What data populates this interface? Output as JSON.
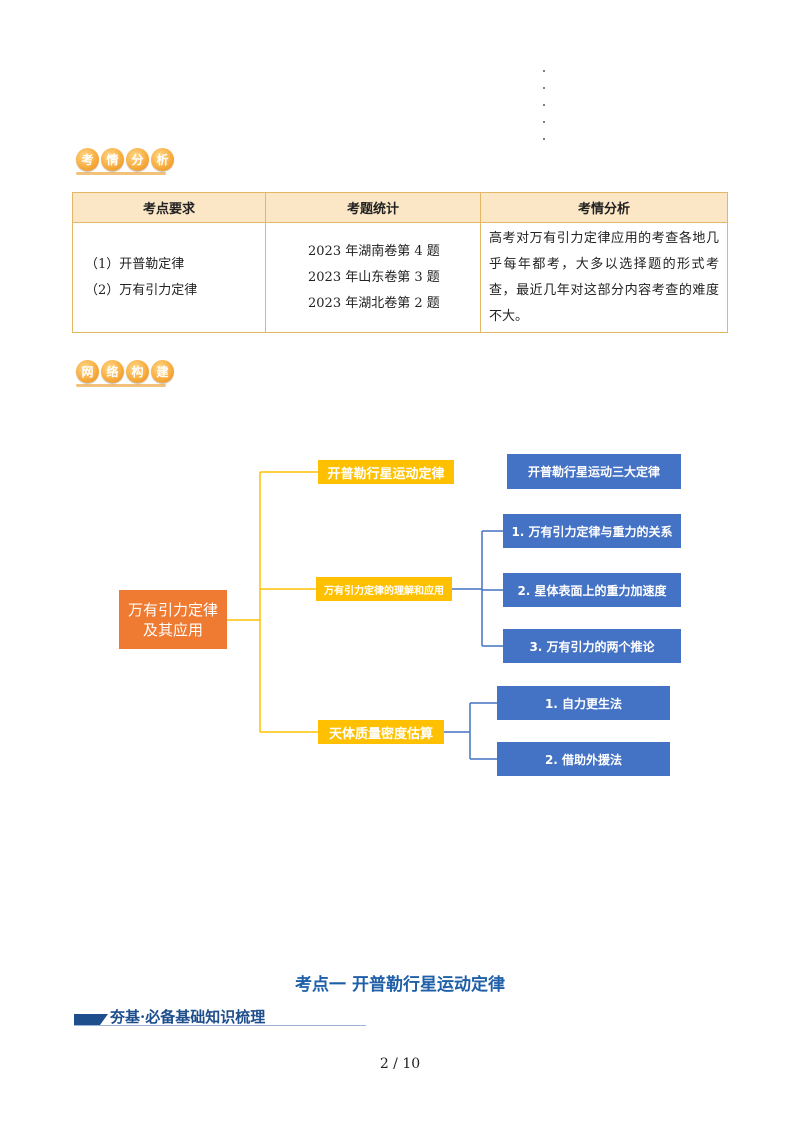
{
  "badges": {
    "exam_analysis": [
      "考",
      "情",
      "分",
      "析"
    ],
    "network": [
      "网",
      "络",
      "构",
      "建"
    ]
  },
  "table": {
    "headers": [
      "考点要求",
      "考题统计",
      "考情分析"
    ],
    "requirements": [
      "（1）开普勒定律",
      "（2）万有引力定律"
    ],
    "stats": [
      "2023 年湖南卷第 4 题",
      "2023 年山东卷第 3 题",
      "2023 年湖北卷第 2 题"
    ],
    "analysis": "高考对万有引力定律应用的考查各地几乎每年都考，大多以选择题的形式考查，最近几年对这部分内容考查的难度不大。"
  },
  "mindmap": {
    "root": "万有引力定律及其应用",
    "branches": [
      {
        "label": "开普勒行星运动定律",
        "children": [
          "开普勒行星运动三大定律"
        ]
      },
      {
        "label": "万有引力定律的理解和应用",
        "children": [
          "1. 万有引力定律与重力的关系",
          "2. 星体表面上的重力加速度",
          "3. 万有引力的两个推论"
        ]
      },
      {
        "label": "天体质量密度估算",
        "children": [
          "1. 自力更生法",
          "2. 借助外援法"
        ]
      }
    ]
  },
  "section": {
    "title": "考点一  开普勒行星运动定律",
    "subtitle": "夯基·必备基础知识梳理"
  },
  "colors": {
    "accent_orange": "#ef7a32",
    "branch_yellow": "#ffc000",
    "leaf_blue": "#4472c4",
    "heading_blue": "#1f5fa8"
  },
  "page": "2  /  10"
}
